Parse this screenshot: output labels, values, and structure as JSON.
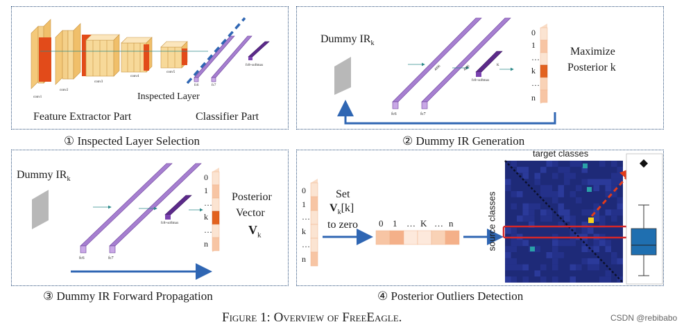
{
  "figure_caption": "Figure 1: Overview of FreeEagle.",
  "watermark": "CSDN @rebibabo",
  "panel1": {
    "caption": "① Inspected Layer Selection",
    "inspected_layer": "Inspected Layer",
    "feature_extractor": "Feature Extractor Part",
    "classifier": "Classifier Part",
    "layer_labels": [
      "conv1",
      "conv2",
      "conv3",
      "conv4",
      "conv5",
      "fc6",
      "fc7",
      "fc8+softmax"
    ]
  },
  "panel2": {
    "caption": "② Dummy IR Generation",
    "dummy_ir": "Dummy IR",
    "sub_k": "k",
    "maximize": "Maximize",
    "posterior_k": "Posterior k",
    "vector_labels": [
      "0",
      "1",
      "…",
      "k",
      "…",
      "n"
    ],
    "layer_labels": [
      "fc6",
      "fc7",
      "fc8+softmax"
    ],
    "dims": [
      "4096",
      "4096",
      "K"
    ]
  },
  "panel3": {
    "caption": "③ Dummy IR Forward Propagation",
    "dummy_ir": "Dummy IR",
    "sub_k": "k",
    "posterior": "Posterior",
    "vector": "Vector",
    "v": "V",
    "vector_labels": [
      "0",
      "1",
      "…",
      "k",
      "…",
      "n"
    ],
    "layer_labels": [
      "fc6",
      "fc7",
      "fc8+softmax"
    ]
  },
  "panel4": {
    "caption": "④ Posterior Outliers Detection",
    "set": "Set",
    "v": "V",
    "sub_k": "k",
    "bracket_k": "[k]",
    "to_zero": "to zero",
    "vector_labels": [
      "0",
      "1",
      "…",
      "k",
      "…",
      "n"
    ],
    "row_labels": [
      "0",
      "1",
      "…",
      "K",
      "…",
      "n"
    ],
    "target_classes": "target classes",
    "source_classes": "source classes"
  },
  "colors": {
    "border": "#2a4d7a",
    "arrow": "#2f66b3",
    "purple": "#a67fd0",
    "dark_purple": "#5c2a8a",
    "orange": "#e2621f",
    "light_orange": "#f7c5a4",
    "heat_bg": "#1e2a78",
    "highlight": "#d62728"
  }
}
